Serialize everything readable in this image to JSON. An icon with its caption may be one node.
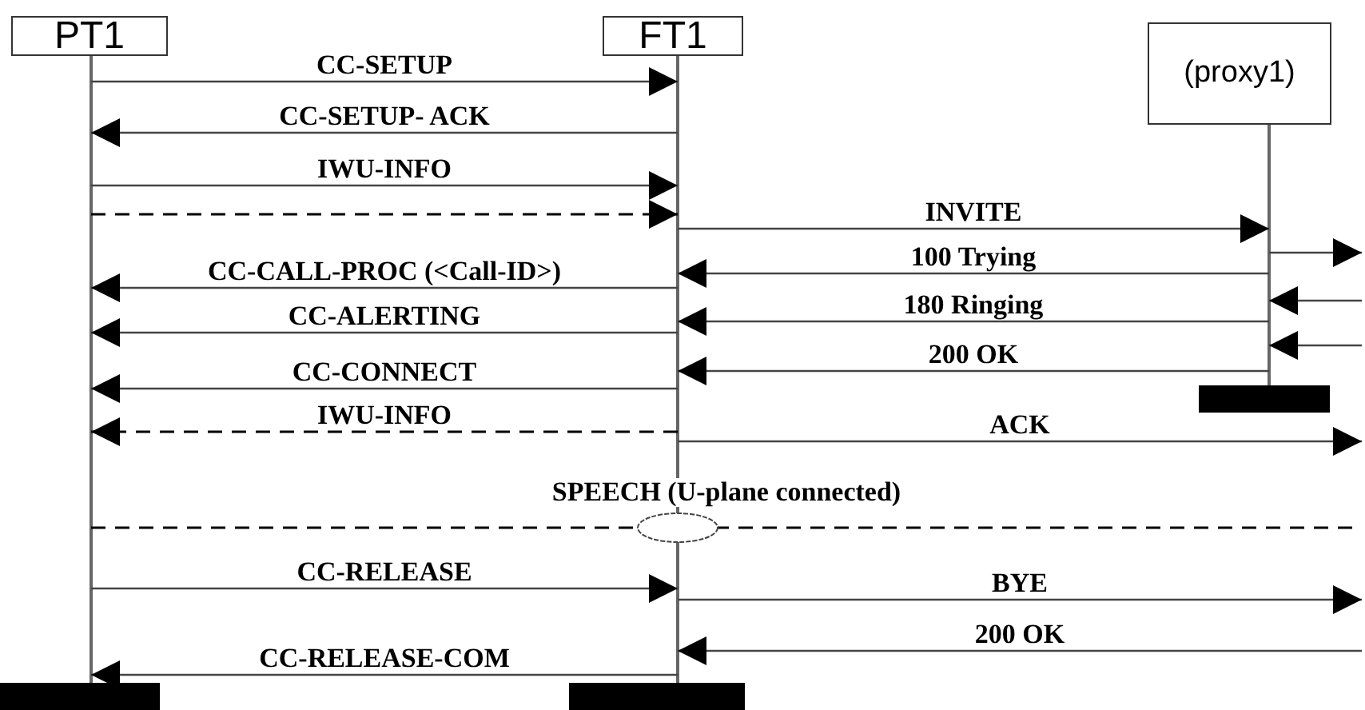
{
  "diagram": {
    "nodes": [
      {
        "text": [
          "PT1"
        ]
      },
      {
        "text": [
          "FT1"
        ]
      },
      {
        "text": [
          "(proxy1)"
        ]
      }
    ],
    "edges": [
      {
        "from": 0,
        "to": 1,
        "arrow": "to",
        "label": "CC-SETUP"
      },
      {
        "from": 1,
        "to": 0,
        "arrow": "to",
        "label": "CC-SETUP- ACK"
      },
      {
        "from": 0,
        "to": 1,
        "arrow": "to",
        "label": "IWU-INFO"
      },
      {
        "from": 0,
        "to": 1,
        "arrow": "to",
        "style": "dashed"
      },
      {
        "from": 1,
        "to": 2,
        "arrow": "to",
        "label": "INVITE"
      },
      {
        "from": 2,
        "to": null,
        "arrow": "to"
      },
      {
        "from": 2,
        "to": 1,
        "arrow": "to",
        "label": "100 Trying"
      },
      {
        "from": 1,
        "to": 0,
        "arrow": "to",
        "label": "CC-CALL-PROC (<Call-ID>)"
      },
      {
        "from": null,
        "to": 2,
        "arrow": "to"
      },
      {
        "from": 2,
        "to": 1,
        "arrow": "to",
        "label": "180 Ringing"
      },
      {
        "from": 1,
        "to": 0,
        "arrow": "to",
        "label": "CC-ALERTING"
      },
      {
        "from": null,
        "to": 2,
        "arrow": "to"
      },
      {
        "from": 2,
        "to": 1,
        "arrow": "to",
        "label": "200 OK"
      },
      {
        "from": 1,
        "to": 0,
        "arrow": "to",
        "label": "CC-CONNECT"
      },
      {
        "from": 1,
        "to": 0,
        "arrow": "to",
        "label": "IWU-INFO",
        "style": "dashed"
      },
      {
        "from": 1,
        "to": null,
        "arrow": "to",
        "label": "ACK"
      },
      {
        "from": 0,
        "to": null,
        "arrow": "none",
        "label": "SPEECH (U-plane connected)",
        "style": "dashed"
      },
      {
        "from": 0,
        "to": 1,
        "arrow": "to",
        "label": "CC-RELEASE"
      },
      {
        "from": 1,
        "to": null,
        "arrow": "to",
        "label": "BYE"
      },
      {
        "from": null,
        "to": 1,
        "arrow": "to",
        "label": "200 OK"
      },
      {
        "from": 1,
        "to": 0,
        "arrow": "to",
        "label": "CC-RELEASE-COM"
      }
    ]
  }
}
